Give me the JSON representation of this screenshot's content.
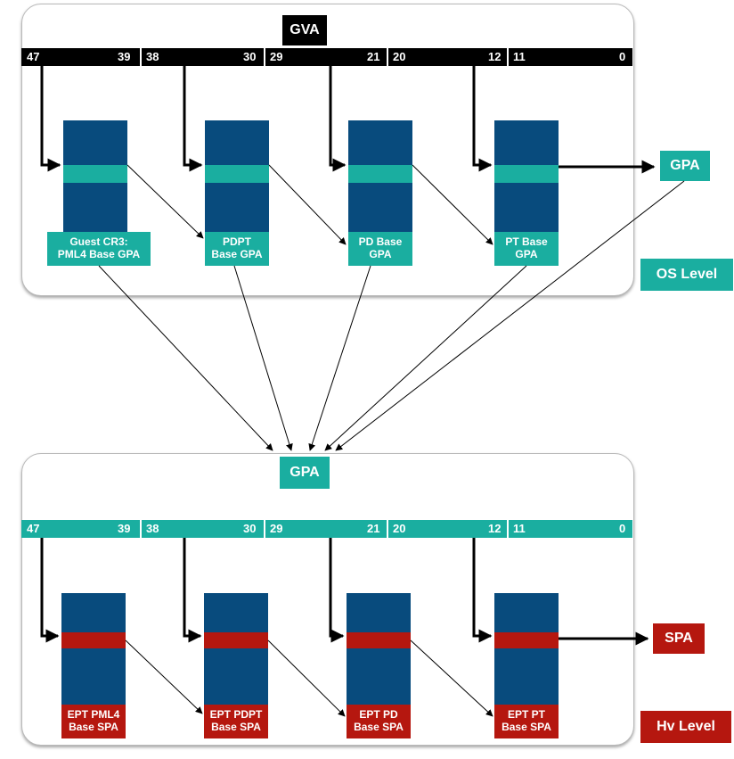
{
  "os_level": {
    "header": "GVA",
    "bits": [
      "47",
      "39",
      "38",
      "30",
      "29",
      "21",
      "20",
      "12",
      "11",
      "0"
    ],
    "tables": [
      {
        "label": "Guest CR3:\nPML4 Base GPA"
      },
      {
        "label": "PDPT\nBase GPA"
      },
      {
        "label": "PD Base\nGPA"
      },
      {
        "label": "PT Base\nGPA"
      }
    ],
    "output": "GPA",
    "level_label": "OS Level"
  },
  "hv_level": {
    "header": "GPA",
    "bits": [
      "47",
      "39",
      "38",
      "30",
      "29",
      "21",
      "20",
      "12",
      "11",
      "0"
    ],
    "tables": [
      {
        "label": "EPT PML4\nBase SPA"
      },
      {
        "label": "EPT PDPT\nBase SPA"
      },
      {
        "label": "EPT PD\nBase SPA"
      },
      {
        "label": "EPT PT\nBase SPA"
      }
    ],
    "output": "SPA",
    "level_label": "Hv Level"
  },
  "colors": {
    "table": "#084b7d",
    "teal": "#1aaea0",
    "red": "#b5170f",
    "black": "#000000"
  }
}
